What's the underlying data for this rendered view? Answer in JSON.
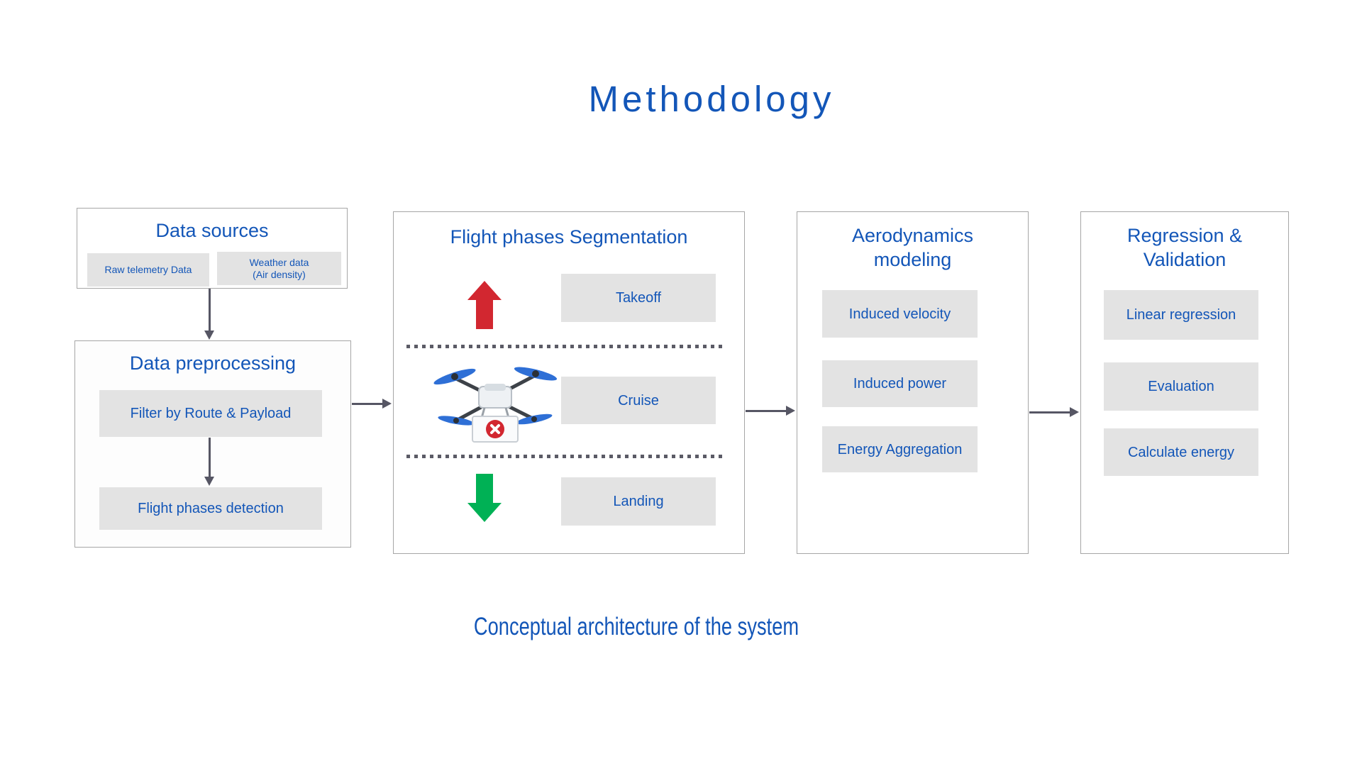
{
  "slide": {
    "title": "Methodology",
    "caption": "Conceptual architecture of the system"
  },
  "colors": {
    "accent_blue": "#1356B8",
    "chip_gray": "#E3E3E3",
    "panel_border_gray": "#A6A6A6",
    "connector_gray": "#565664",
    "takeoff_arrow_red": "#D22730",
    "landing_arrow_green": "#00B155",
    "propeller_blue": "#2E6FD6",
    "background": "#FFFFFF"
  },
  "panels": {
    "data_sources": {
      "title": "Data sources",
      "raw_telemetry": "Raw telemetry Data",
      "weather_line1": "Weather data",
      "weather_line2": "(Air density)"
    },
    "data_preprocessing": {
      "title": "Data preprocessing",
      "filter": "Filter by Route & Payload",
      "detection": "Flight phases detection"
    },
    "flight_phases": {
      "title": "Flight phases Segmentation",
      "takeoff": "Takeoff",
      "cruise": "Cruise",
      "landing": "Landing",
      "icons": [
        "takeoff-up-arrow-icon",
        "delivery-drone-icon",
        "landing-down-arrow-icon"
      ]
    },
    "aerodynamics": {
      "title_line1": "Aerodynamics",
      "title_line2": "modeling",
      "induced_velocity": "Induced velocity",
      "induced_power": "Induced power",
      "energy_aggregation": "Energy Aggregation"
    },
    "regression": {
      "title_line1": "Regression &",
      "title_line2": "Validation",
      "linear_regression": "Linear regression",
      "evaluation": "Evaluation",
      "calculate_energy": "Calculate energy"
    }
  }
}
